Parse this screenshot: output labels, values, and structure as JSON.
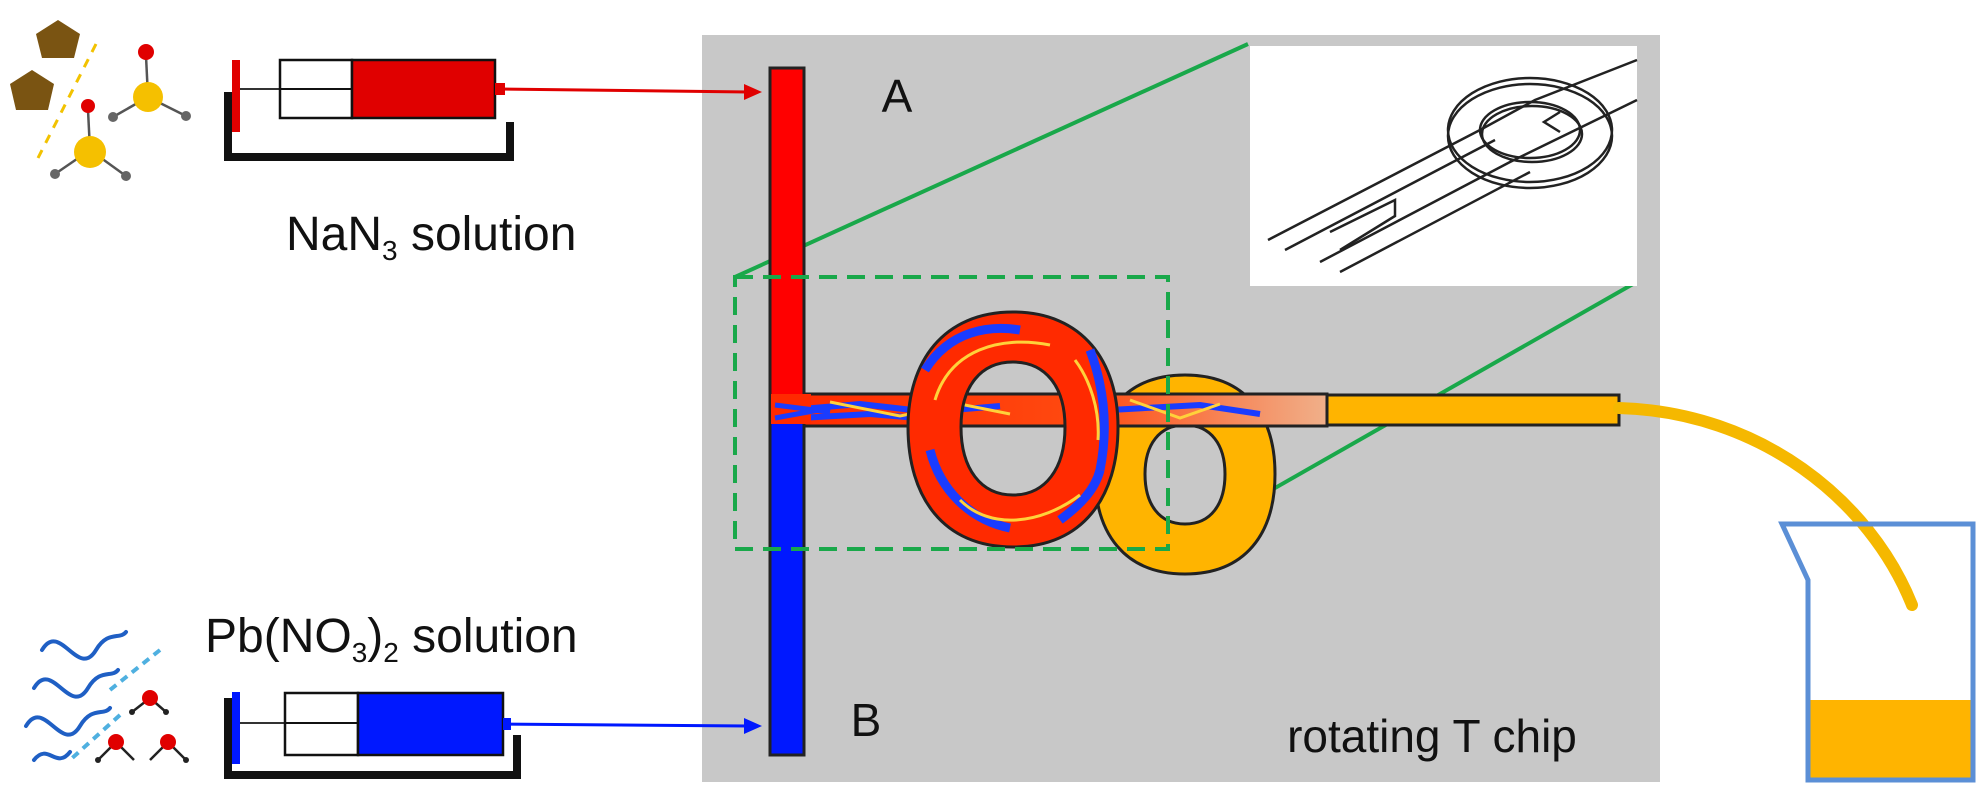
{
  "labels": {
    "inlet_a": "A",
    "inlet_b": "B",
    "chip_name": "rotating T chip",
    "solution_a": {
      "prefix": "NaN",
      "subscript": "3",
      "suffix": " solution"
    },
    "solution_b": {
      "prefix": "Pb(NO",
      "subscript": "3",
      "mid": ")",
      "subscript2": "2",
      "suffix": " solution"
    }
  },
  "colors": {
    "chip_background": "#c8c8c8",
    "reagent_a": "#ff0000",
    "reagent_b": "#0018ff",
    "product": "#ffb400",
    "zoom_frame": "#19a84a",
    "beaker_outline": "#5b8fd6",
    "molecule_a_body": "#f5c000",
    "molecule_a_tip": "#e00000",
    "pentagon": "#7a5412"
  },
  "icons": [
    "syringe-pump-icon",
    "beaker-icon",
    "molecule-icon",
    "pentagon-particle-icon",
    "wave-icon"
  ]
}
